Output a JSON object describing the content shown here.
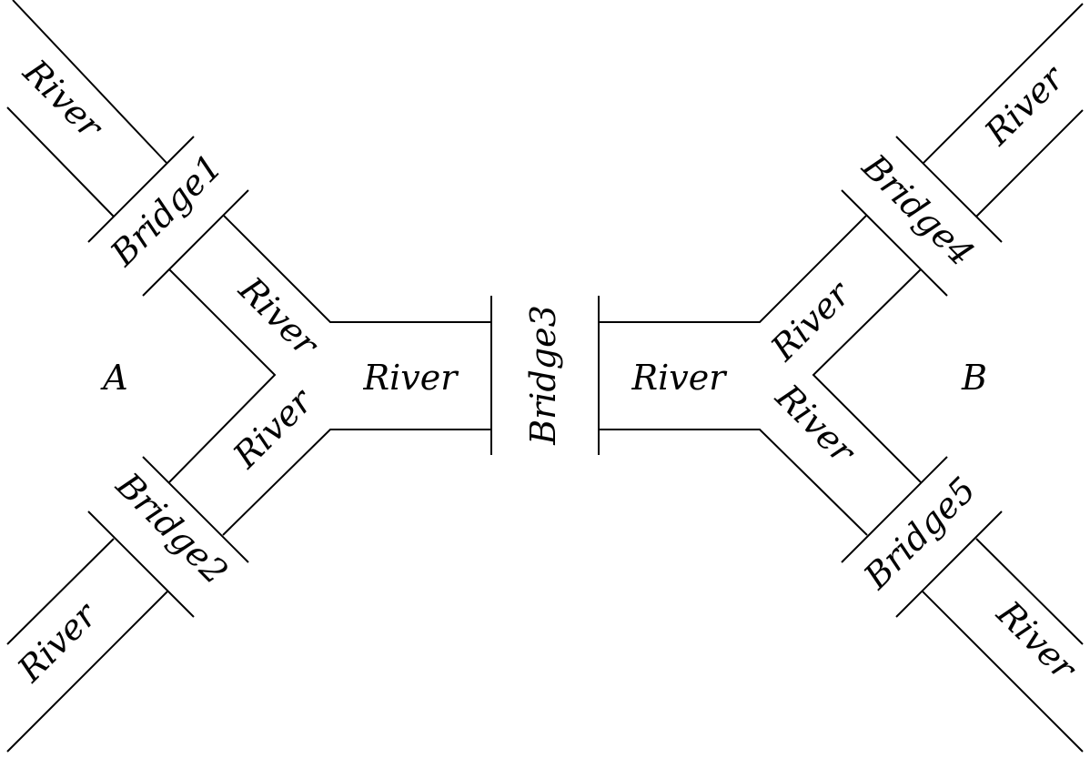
{
  "colors": {
    "stroke": "#000000",
    "background": "#ffffff"
  },
  "regions": {
    "a": "A",
    "b": "B"
  },
  "rivers": {
    "top_left": "River",
    "left_upper": "River",
    "left_lower": "River",
    "bottom_left": "River",
    "center_left": "River",
    "center_right": "River",
    "right_upper": "River",
    "right_lower": "River",
    "top_right": "River",
    "bottom_right": "River"
  },
  "bridges": {
    "b1": "Bridge1",
    "b2": "Bridge2",
    "b3": "Bridge3",
    "b4": "Bridge4",
    "b5": "Bridge5"
  }
}
